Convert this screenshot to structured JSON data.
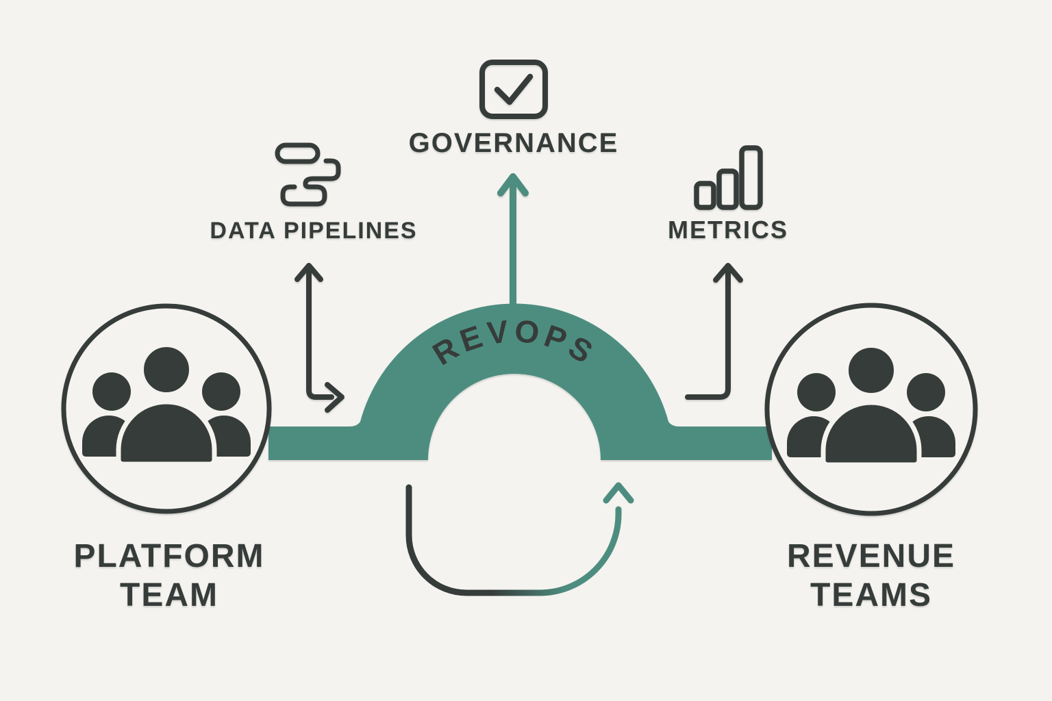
{
  "title": "RevOps bridge diagram",
  "colors": {
    "background": "#f4f3ef",
    "ink": "#363c3a",
    "teal": "#4d8d80",
    "bridge_text": "#f4f3ef"
  },
  "bridge": {
    "label": "REVOPS",
    "shape": "arch-bridge"
  },
  "nodes": {
    "platform_team": {
      "line1": "PLATFORM",
      "line2": "TEAM",
      "icon": "people-group-icon"
    },
    "revenue_teams": {
      "line1": "REVENUE",
      "line2": "TEAMS",
      "icon": "people-group-icon"
    }
  },
  "callouts": {
    "data_pipelines": {
      "label": "DATA PIPELINES",
      "icon": "pipeline-icon",
      "arrow": "up-and-right-arrow"
    },
    "governance": {
      "label": "GOVERNANCE",
      "icon": "checkbox-icon",
      "arrow": "up-arrow-teal"
    },
    "metrics": {
      "label": "METRICS",
      "icon": "bar-chart-icon",
      "arrow": "up-arrow-elbow"
    }
  },
  "flow": {
    "loop": "feedback-loop-arrow"
  }
}
